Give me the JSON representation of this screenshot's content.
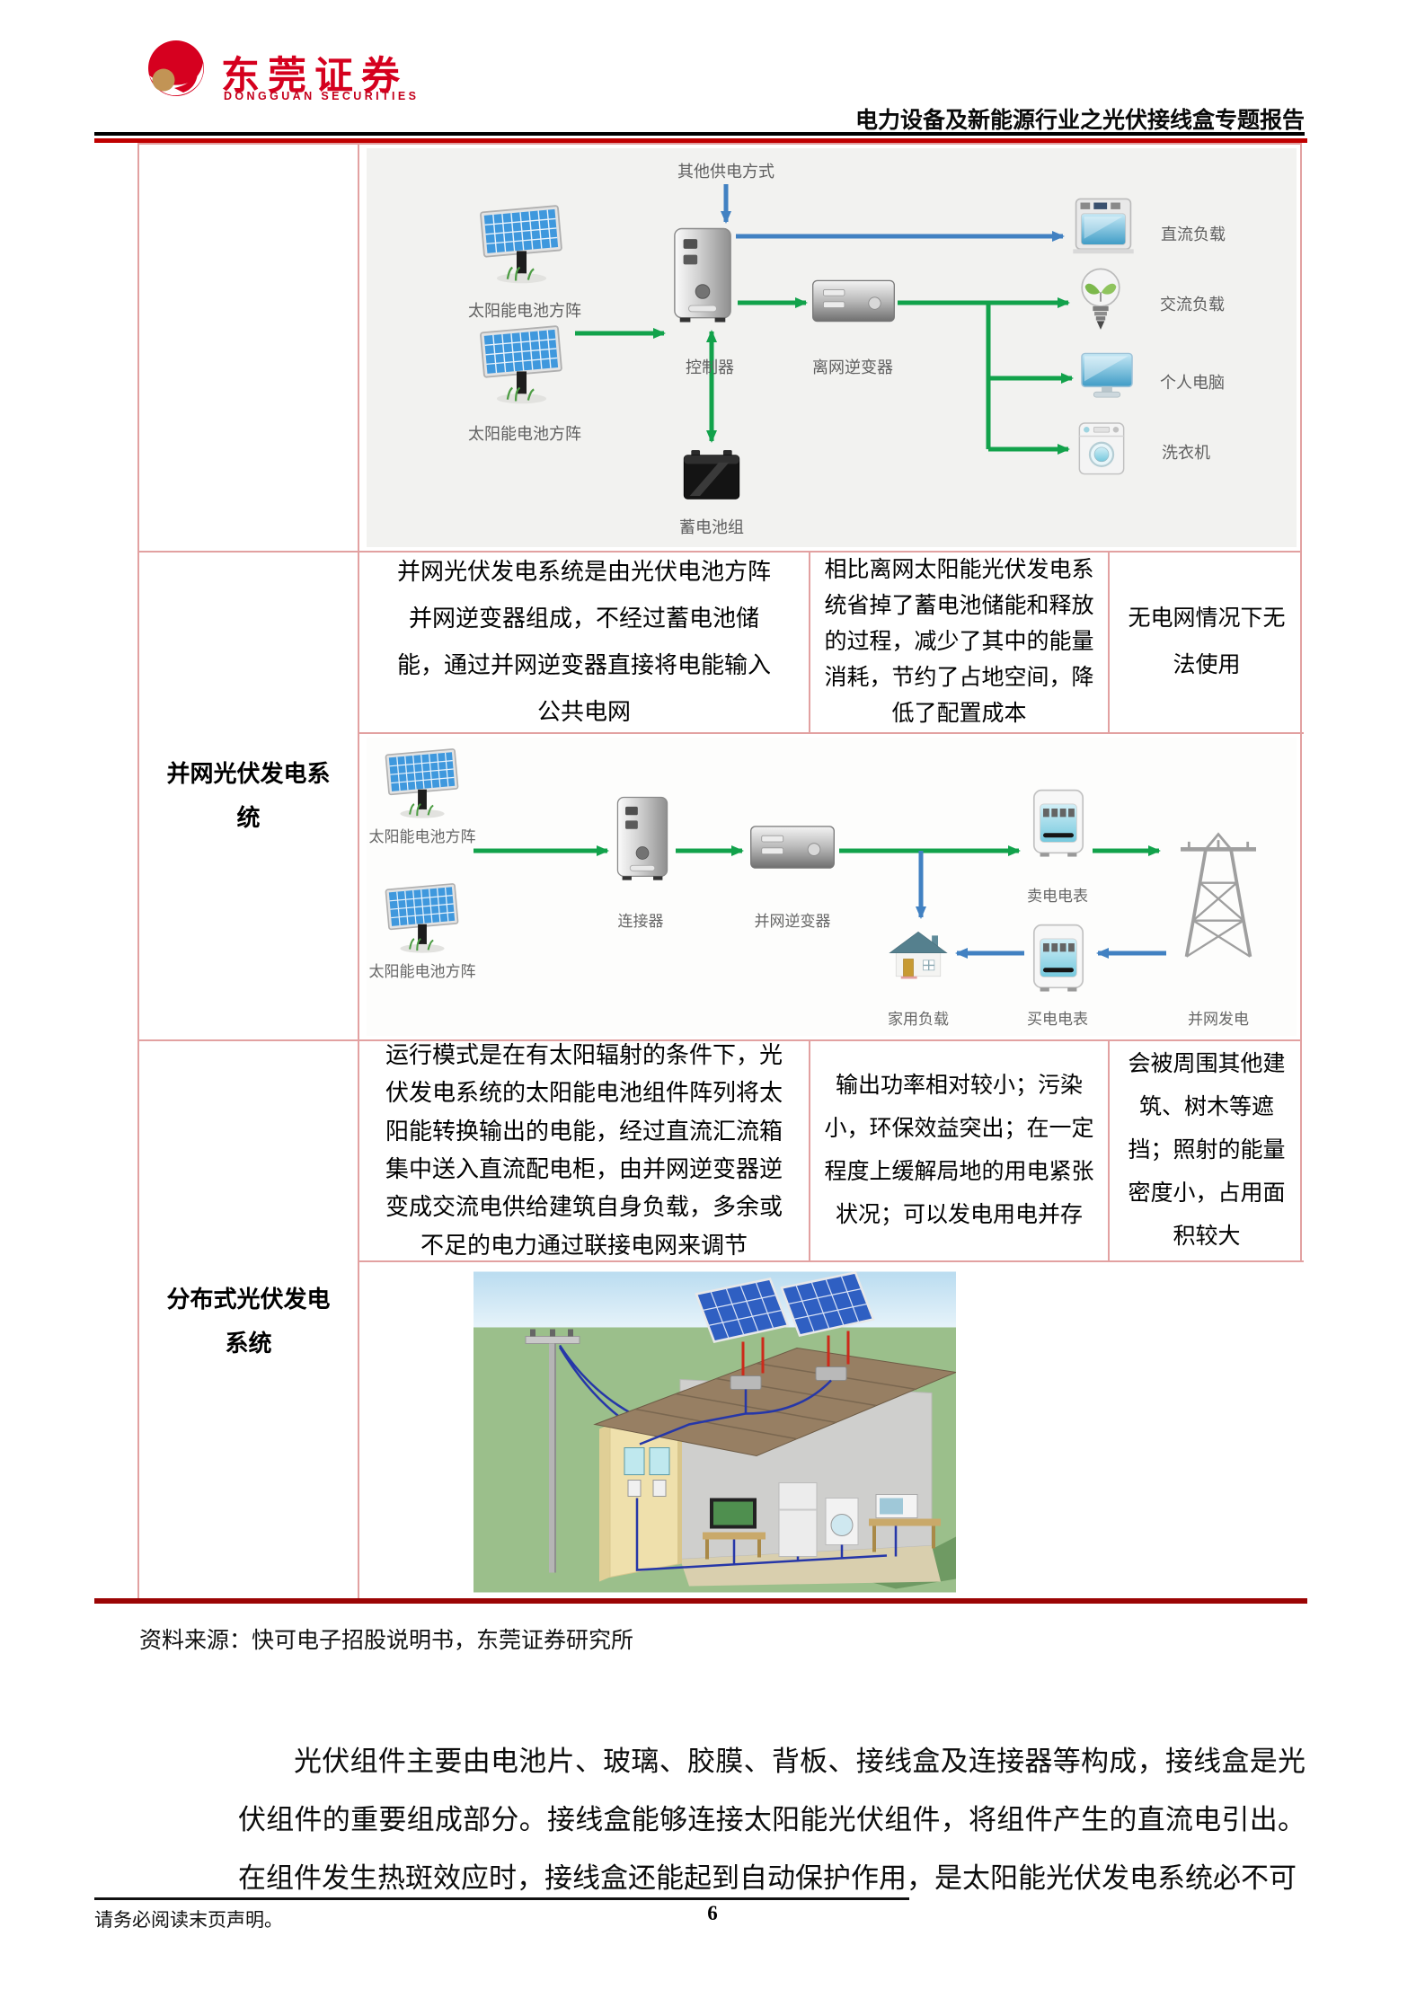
{
  "header": {
    "logo_cn": "东莞证券",
    "logo_en": "DONGGUAN SECURITIES",
    "report_title": "电力设备及新能源行业之光伏接线盒专题报告"
  },
  "offgrid_diagram": {
    "other_supply": "其他供电方式",
    "array_label": "太阳能电池方阵",
    "controller": "控制器",
    "inverter": "离网逆变器",
    "battery": "蓄电池组",
    "dc_load": "直流负载",
    "ac_load": "交流负载",
    "pc": "个人电脑",
    "washer": "洗衣机"
  },
  "grid_diagram": {
    "array_label": "太阳能电池方阵",
    "connector": "连接器",
    "inverter": "并网逆变器",
    "home_load": "家用负载",
    "sell_meter": "卖电电表",
    "buy_meter": "买电电表",
    "grid_gen": "并网发电"
  },
  "rows": {
    "grid": {
      "label": "并网光伏发电系统",
      "description": "并网光伏发电系统是由光伏电池方阵并网逆变器组成，不经过蓄电池储能，通过并网逆变器直接将电能输入公共电网",
      "advantage": "相比离网太阳能光伏发电系统省掉了蓄电池储能和释放的过程，减少了其中的能量消耗，节约了占地空间，降低了配置成本",
      "disadvantage": "无电网情况下无法使用"
    },
    "distributed": {
      "label": "分布式光伏发电系统",
      "description": "运行模式是在有太阳辐射的条件下，光 伏发电系统的太阳能电池组件阵列将太阳能转换输出的电能，经过直流汇流箱 集中送入直流配电柜，由并网逆变器逆变成交流电供给建筑自身负载，多余或不足的电力通过联接电网来调节",
      "advantage": "输出功率相对较小；污染小，环保效益突出；在一定程度上缓解局地的用电紧张状况；可以发电用电并存",
      "disadvantage": "会被周围其他建筑、树木等遮挡；照射的能量密度小，占用面积较大"
    }
  },
  "source_note": "资料来源：快可电子招股说明书，东莞证券研究所",
  "body_paragraph": "光伏组件主要由电池片、玻璃、胶膜、背板、接线盒及连接器等构成，接线盒是光伏组件的重要组成部分。接线盒能够连接太阳能光伏组件，将组件产生的直流电引出。在组件发生热斑效应时，接线盒还能起到自动保护作用，是太阳能光伏发电系统必不可",
  "footer": {
    "disclaimer": "请务必阅读末页声明。",
    "page_number": "6"
  },
  "colors": {
    "brand_red": "#d5001e",
    "rule_red": "#c00000",
    "table_border": "#e2a1a1",
    "table_bottom_rule": "#9b0404",
    "arrow_green": "#12a24b",
    "arrow_blue": "#4181c2"
  }
}
